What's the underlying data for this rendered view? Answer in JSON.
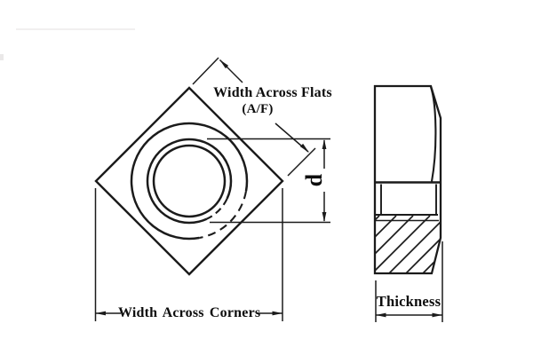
{
  "labels": {
    "width_across_flats": "Width Across Flats",
    "af": "(A/F)",
    "d": "d",
    "width_across_corners": "Width Across Corners",
    "thickness": "Thickness"
  },
  "colors": {
    "line": "#1b1b1b",
    "text": "#0d0d0d",
    "background": "#ffffff"
  }
}
